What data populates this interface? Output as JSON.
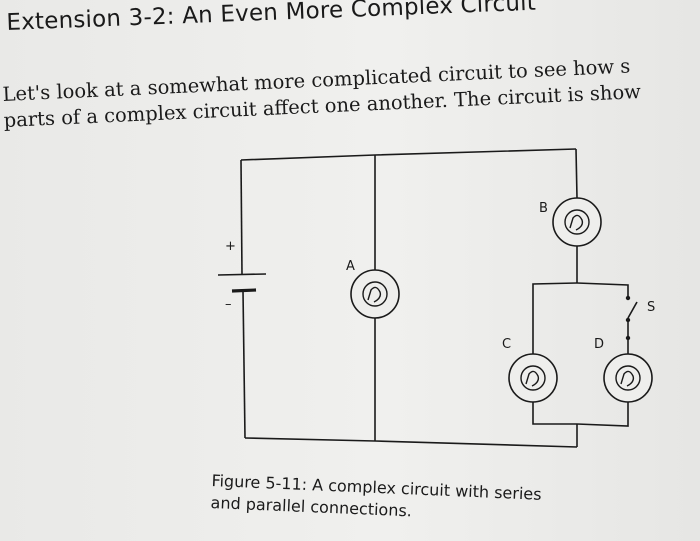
{
  "heading": "Extension 3-2: An Even More Complex Circuit",
  "paragraph": {
    "line1": "Let's look at a somewhat more complicated circuit to see how s",
    "line2": "parts of a complex circuit affect one another. The circuit is show"
  },
  "circuit": {
    "labels": {
      "plus": "+",
      "minus": "–",
      "bulb_a": "A",
      "bulb_b": "B",
      "bulb_c": "C",
      "bulb_d": "D",
      "switch": "S"
    }
  },
  "caption": {
    "line1": "Figure 5-11: A complex circuit with series",
    "line2": "and parallel connections."
  },
  "colors": {
    "ink": "#1a1a1a",
    "paper": "#eeeeec",
    "bleed_through": "#c8c8c6"
  }
}
